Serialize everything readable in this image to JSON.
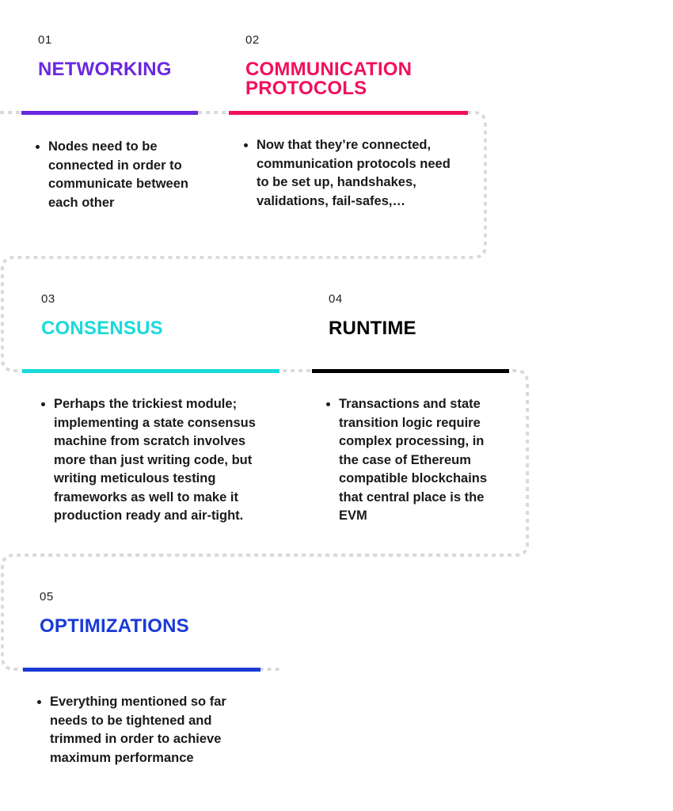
{
  "steps": [
    {
      "number": "01",
      "title": "NETWORKING",
      "color": "#6a28e0",
      "description": "Nodes need to be connected in order to communicate between each other"
    },
    {
      "number": "02",
      "title": "COMMUNICATION\nPROTOCOLS",
      "color": "#f2105a",
      "description": "Now that they’re connected, communication protocols need to be set up, handshakes, validations, fail-safes,…"
    },
    {
      "number": "03",
      "title": "CONSENSUS",
      "color": "#1adadb",
      "description": "Perhaps the trickiest module; implementing a state consensus machine from scratch involves more than just writing code, but writing meticulous testing frameworks as well to make it production ready and air-tight."
    },
    {
      "number": "04",
      "title": "RUNTIME",
      "color": "#000000",
      "description": "Transactions and state transition logic require complex processing, in the case of Ethereum compatible blockchains that central place is the EVM"
    },
    {
      "number": "05",
      "title": "OPTIMIZATIONS",
      "color": "#1a3ad6",
      "description": "Everything mentioned so far needs to be tightened and trimmed in order to achieve maximum performance"
    }
  ],
  "connector_color": "#dadada"
}
